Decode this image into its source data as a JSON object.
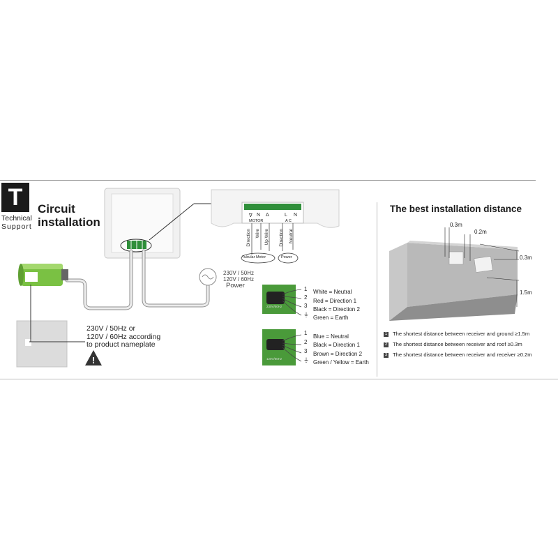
{
  "header": {
    "badge_letter": "T",
    "badge_line1": "Technical",
    "badge_line2": "Support",
    "title_line1": "Circuit",
    "title_line2": "installation"
  },
  "receiver": {
    "terminal_top": [
      "∇",
      "N",
      "Δ",
      "L",
      "N"
    ],
    "motor_label": "MOTOR",
    "ac_label": "A C",
    "wire_vertical": [
      "Direction",
      "Wire",
      "Up Wire",
      "Direction",
      "Neutral"
    ],
    "tubular_label": "Tubular Motor",
    "power_label": "Power"
  },
  "power": {
    "line1": "230V / 50Hz",
    "line2": "120V / 60Hz",
    "line3": "Power"
  },
  "warning": {
    "line1": "230V / 50Hz or",
    "line2": "120V / 60Hz according",
    "line3": "to product nameplate"
  },
  "wiring_230": {
    "label": "230V/50Hz",
    "rows": [
      {
        "num": "1",
        "text": "White = Neutral"
      },
      {
        "num": "2",
        "text": "Red = Direction 1"
      },
      {
        "num": "3",
        "text": "Black = Direction 2"
      },
      {
        "num": "⏚",
        "text": "Green = Earth"
      }
    ]
  },
  "wiring_120": {
    "label": "120V/60Hz",
    "rows": [
      {
        "num": "1",
        "text": "Blue = Neutral"
      },
      {
        "num": "2",
        "text": "Black = Direction 1"
      },
      {
        "num": "3",
        "text": "Brown = Direction 2"
      },
      {
        "num": "⏚",
        "text": "Green / Yellow = Earth"
      }
    ]
  },
  "distance": {
    "title": "The best installation distance",
    "dims": [
      "0.3m",
      "0.2m",
      "0.3m",
      "1.5m"
    ],
    "legend": [
      {
        "marker": "1",
        "text": "The shortest distance between receiver and ground ≥1.5m"
      },
      {
        "marker": "2",
        "text": "The shortest distance between receiver and roof ≥0.3m"
      },
      {
        "marker": "3",
        "text": "The shortest distance between receiver and receiver ≥0.2m"
      }
    ]
  },
  "colors": {
    "motor_green": "#7ac143",
    "wire_green": "#4a9a3a",
    "room_wall": "#b8b8b8",
    "room_floor": "#8e8e8e"
  },
  "icons": [
    "power-source-icon",
    "warning-icon",
    "receiver-icon",
    "motor-icon"
  ]
}
